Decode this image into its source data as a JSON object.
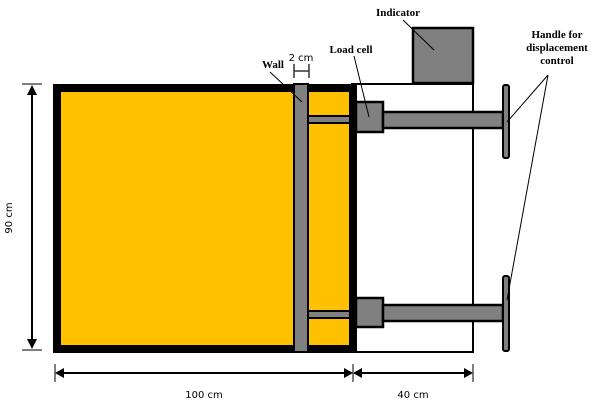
{
  "diagram": {
    "type": "schematic",
    "description": "Retaining wall test box with load cells and displacement-control handles",
    "colors": {
      "fill": "#FFC000",
      "steel": "#808080",
      "outline": "#000000",
      "background": "#FFFFFF"
    },
    "labels": {
      "indicator": "Indicator",
      "wall": "Wall",
      "wall_thickness": "2 cm",
      "load_cell": "Load cell",
      "handle_line1": "Handle for",
      "handle_line2": "displacement",
      "handle_line3": "control"
    },
    "dimensions": {
      "height": "90 cm",
      "box_length": "100 cm",
      "frame_length": "40 cm"
    }
  }
}
